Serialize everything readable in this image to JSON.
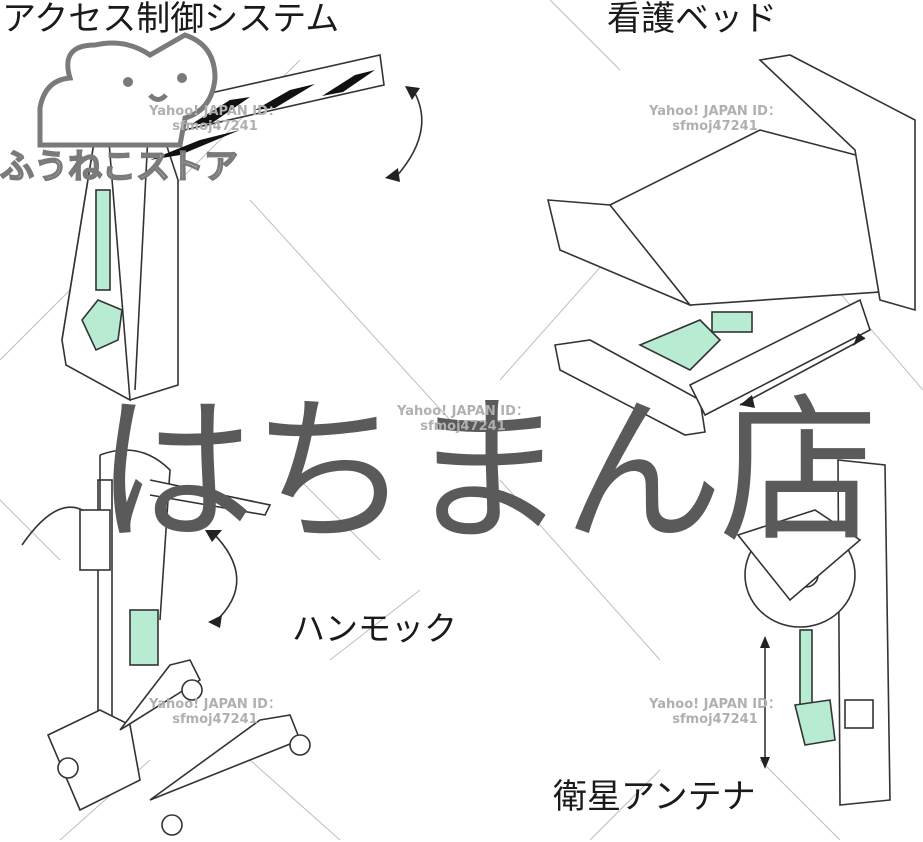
{
  "labels": {
    "access_control": "アクセス制御システム",
    "nursing_bed": "看護ベッド",
    "hammock": "ハンモック",
    "satellite_antenna": "衛星アンテナ"
  },
  "shop_logo_text": "ふうねこストア",
  "store_name": "はちまん店",
  "watermark": {
    "line1": "Yahoo! JAPAN ID：",
    "line2": "sfmoj47241"
  },
  "colors": {
    "actuator": "#b8ecd2",
    "line": "#333333",
    "store_text": "#5a5a5a",
    "watermark": "#b0b0b0"
  },
  "icons": [
    "cat-logo-icon",
    "bidirectional-arrow-icon"
  ]
}
